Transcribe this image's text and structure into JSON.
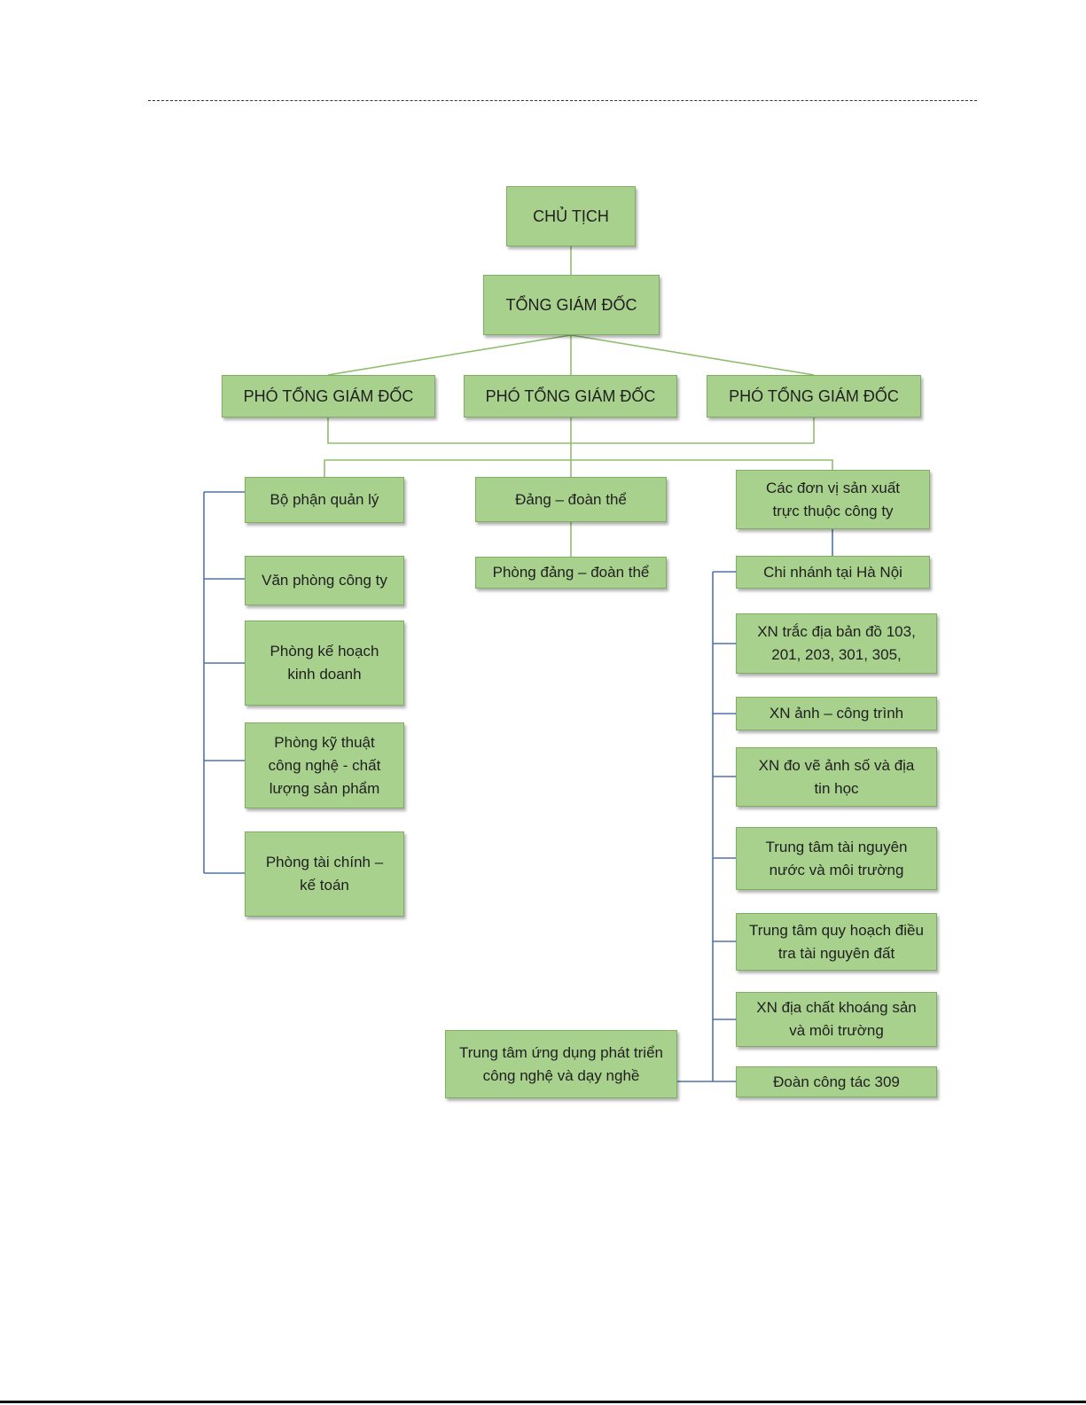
{
  "chart": {
    "chairman": "CHỦ TỊCH",
    "general_director": "TỔNG GIÁM ĐỐC",
    "deputies": [
      "PHÓ TỔNG GIÁM ĐỐC",
      "PHÓ TỔNG GIÁM ĐỐC",
      "PHÓ TỔNG GIÁM ĐỐC"
    ],
    "management": {
      "head": "Bộ phận quản lý",
      "units": [
        "Văn phòng công ty",
        "Phòng kế hoạch kinh doanh",
        "Phòng kỹ thuật công nghệ - chất lượng sản phẩm",
        "Phòng tài chính – kế toán"
      ]
    },
    "party": {
      "head": "Đảng – đoàn thể",
      "units": [
        "Phòng đảng – đoàn thể"
      ]
    },
    "production": {
      "head": "Các đơn vị sản xuất trực thuộc công ty",
      "units": [
        "Chi nhánh tại Hà Nội",
        "XN trắc địa bản đồ 103, 201, 203, 301, 305,",
        "XN ảnh – công trình",
        "XN đo vẽ ảnh số và địa tin học",
        "Trung tâm tài nguyên nước và môi trường",
        "Trung tâm quy hoạch điều tra tài nguyên đất",
        "XN địa chất khoáng sản và môi trường",
        "Đoàn công tác 309"
      ],
      "extra_unit": "Trung tâm ứng dụng phát triển công nghệ và dạy nghề"
    }
  }
}
